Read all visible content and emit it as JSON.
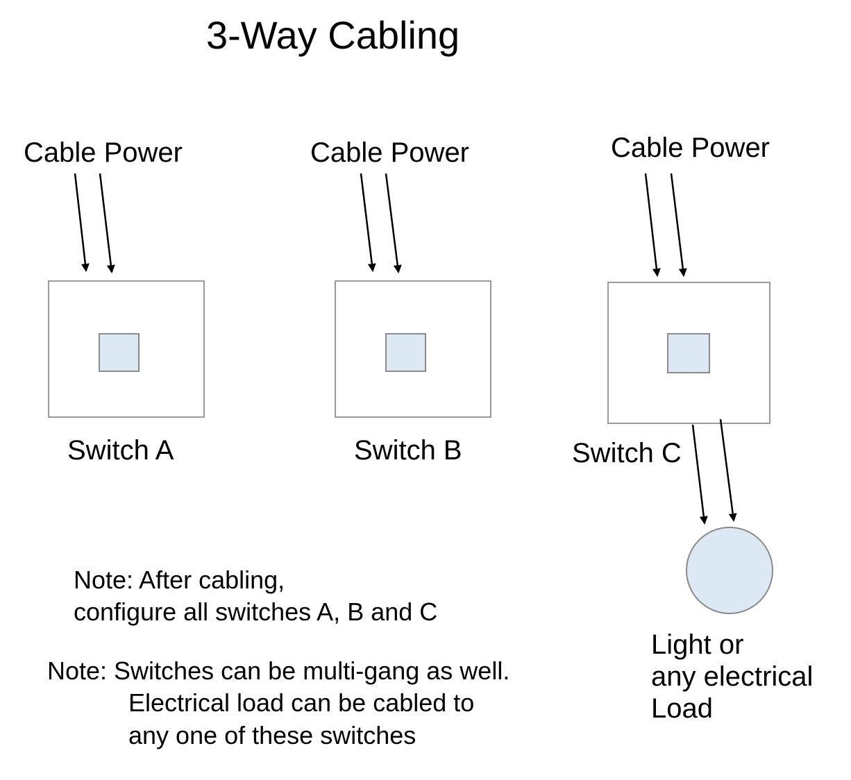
{
  "title": "3-Way Cabling",
  "switches": [
    {
      "power_label": "Cable Power",
      "name": "Switch A"
    },
    {
      "power_label": "Cable Power",
      "name": "Switch B"
    },
    {
      "power_label": "Cable Power",
      "name": "Switch C"
    }
  ],
  "load": {
    "lines": [
      "Light or",
      "any electrical",
      "Load"
    ]
  },
  "notes": {
    "configure": [
      "Note:  After cabling,",
      "configure all switches A, B and C"
    ],
    "multigang": [
      "Note: Switches can be multi-gang as well.",
      "Electrical load can be cabled to",
      "any one of these switches"
    ]
  },
  "colors": {
    "fill": "#dce9f4",
    "stroke": "#9a9a9a",
    "line": "#000000"
  }
}
